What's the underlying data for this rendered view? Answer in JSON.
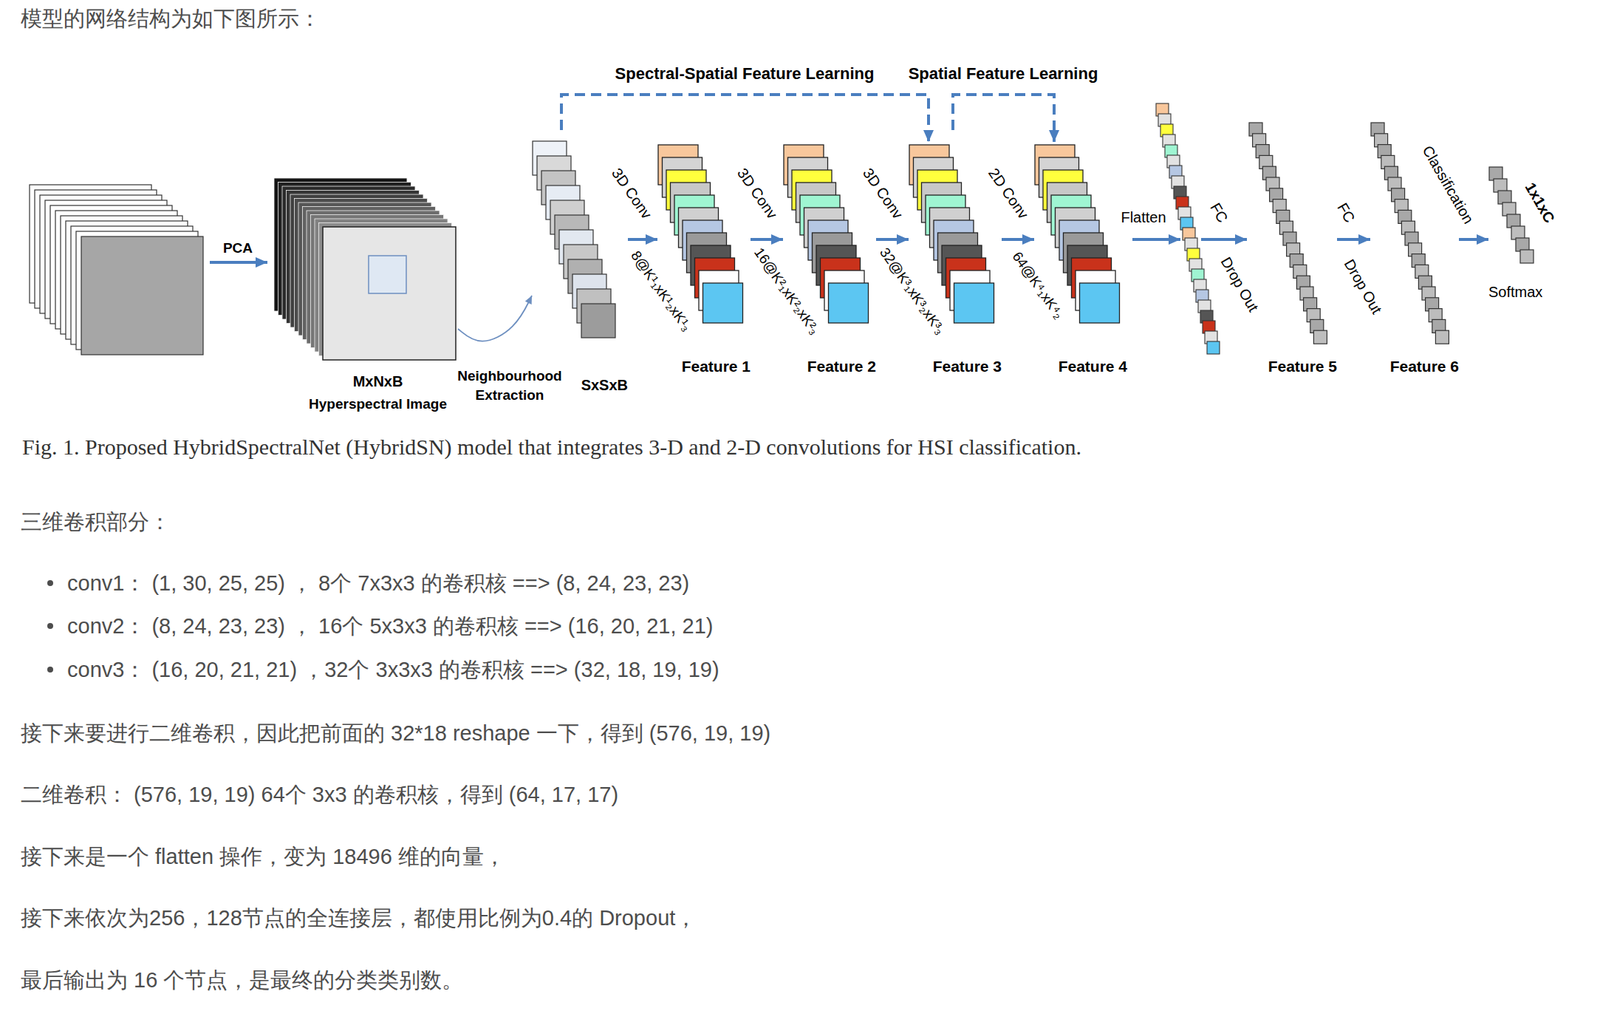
{
  "diagram": {
    "title": "模型的网络结构为如下图所示：",
    "caption": "Fig. 1. Proposed HybridSpectralNet (HybridSN) model that integrates 3-D and 2-D convolutions for HSI classification.",
    "nodes": [
      {
        "text": [
          "MxNxB",
          "Hyperspectral Image"
        ]
      },
      {
        "text": [
          "SxSxB"
        ]
      },
      {
        "text": [
          "Feature 1"
        ]
      },
      {
        "text": [
          "Feature 2"
        ]
      },
      {
        "text": [
          "Feature 3"
        ]
      },
      {
        "text": [
          "Feature 4"
        ]
      },
      {
        "text": [
          "Feature 5"
        ]
      },
      {
        "text": [
          "Feature 6"
        ]
      },
      {
        "text": [
          "1x1xC",
          "Softmax"
        ]
      }
    ],
    "edges": [
      {
        "from": 0,
        "to": 1,
        "arrow": "to",
        "label": "Neighbourhood Extraction"
      },
      {
        "from": 1,
        "to": 2,
        "arrow": "to",
        "label": "3D Conv"
      },
      {
        "from": 2,
        "to": 3,
        "arrow": "to",
        "label": "3D Conv"
      },
      {
        "from": 3,
        "to": 4,
        "arrow": "to",
        "label": "3D Conv"
      },
      {
        "from": 4,
        "to": 5,
        "arrow": "to",
        "label": "2D Conv"
      },
      {
        "from": 6,
        "to": 7,
        "arrow": "to",
        "label": "FC"
      },
      {
        "from": 7,
        "to": 8,
        "arrow": "to",
        "label": "Classification"
      }
    ],
    "labels": [
      "Spectral-Spatial Feature Learning",
      "Spatial Feature Learning",
      "PCA",
      "8@K¹₁xK¹₂xK¹₃",
      "16@K²₁xK²₂xK²₃",
      "32@K³₁xK³₂xK³₃",
      "64@K⁴₁xK⁴₂",
      "Flatten",
      "FC",
      "Drop Out",
      "Drop Out",
      "三维卷积部分：",
      "conv1： (1, 30, 25, 25) ， 8个 7x3x3 的卷积核 ==> (8, 24, 23, 23)",
      "conv2： (8, 24, 23, 23) ， 16个 5x3x3 的卷积核 ==> (16, 20, 21, 21)",
      "conv3： (16, 20, 21, 21) ，32个 3x3x3 的卷积核 ==> (32, 18, 19, 19)",
      "接下来要进行二维卷积，因此把前面的 32*18 reshape 一下，得到 (576, 19, 19)",
      "二维卷积： (576, 19, 19) 64个 3x3 的卷积核，得到 (64, 17, 17)",
      "接下来是一个 flatten 操作，变为 18496 维的向量，",
      "接下来依次为256，128节点的全连接层，都使用比例为0.4的 Dropout，",
      "最后输出为 16 个节点，是最终的分类类别数。"
    ]
  }
}
